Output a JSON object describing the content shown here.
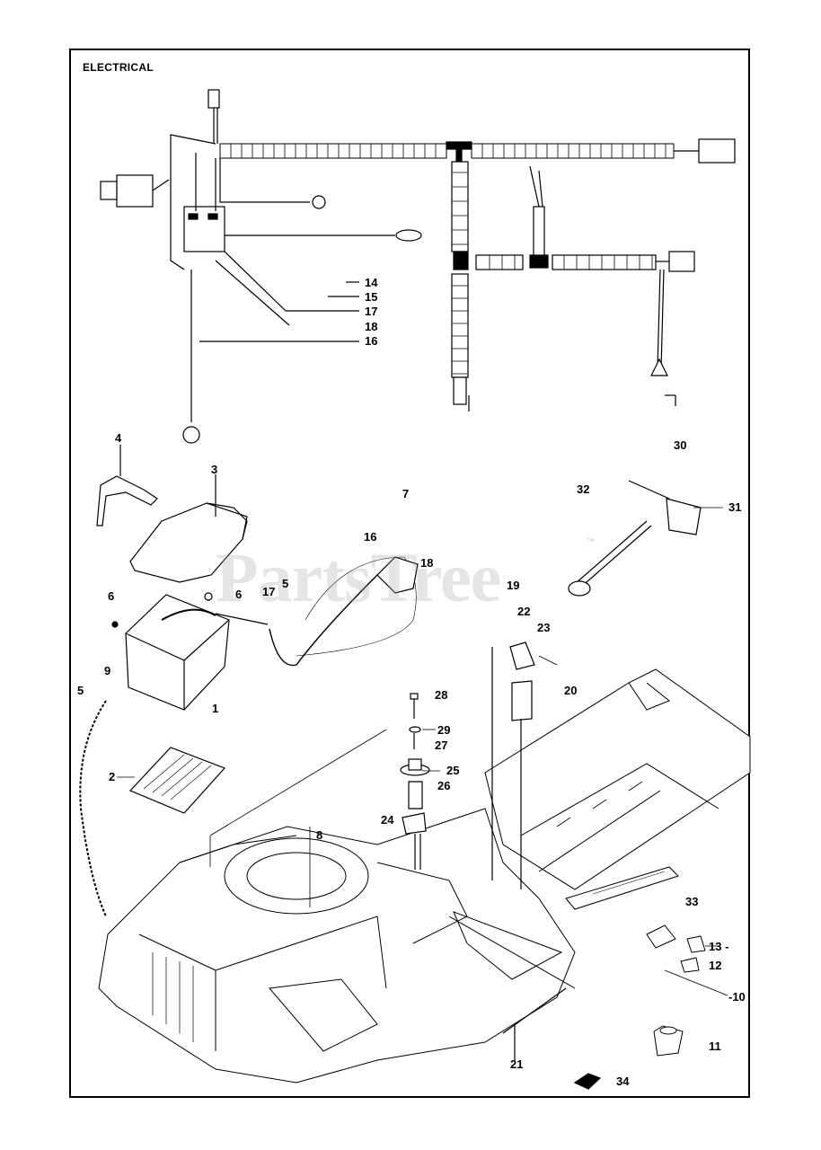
{
  "title": "ELECTRICAL",
  "watermark": "PartsTree",
  "watermark_tm": "™",
  "callouts": {
    "c1": "1",
    "c2": "2",
    "c3": "3",
    "c4": "4",
    "c5a": "5",
    "c5b": "5",
    "c6a": "6",
    "c6b": "6",
    "c7": "7",
    "c8": "8",
    "c9": "9",
    "c10": "-10",
    "c11": "11",
    "c12": "12",
    "c13": "13 -",
    "c14": "14",
    "c15": "15",
    "c16a": "16",
    "c16b": "16",
    "c17a": "17",
    "c17b": "17",
    "c18a": "18",
    "c18b": "18",
    "c19": "19",
    "c20": "20",
    "c21": "21",
    "c22": "22",
    "c23": "23",
    "c24": "24",
    "c25": "25",
    "c26": "26",
    "c27": "27",
    "c28": "28",
    "c29": "29",
    "c30": "30",
    "c31": "31",
    "c32": "32",
    "c33": "33",
    "c34": "34"
  }
}
